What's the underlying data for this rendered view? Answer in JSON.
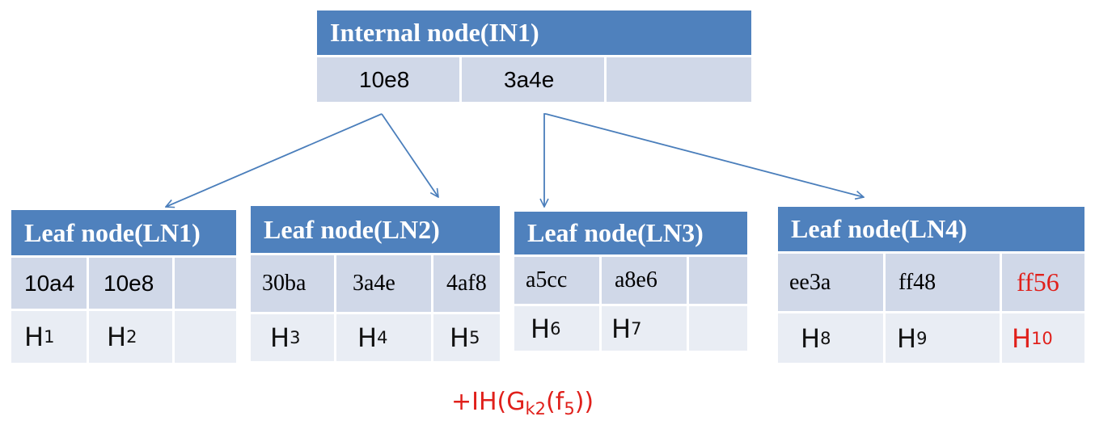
{
  "internal_node": {
    "title": "Internal node(IN1)",
    "keys": [
      "10e8",
      "3a4e",
      ""
    ]
  },
  "leaves": [
    {
      "title": "Leaf node(LN1)",
      "keys": [
        "10a4",
        "10e8",
        ""
      ],
      "hashes": [
        {
          "base": "H",
          "sub": "1"
        },
        {
          "base": "H",
          "sub": "2"
        },
        {
          "base": "",
          "sub": ""
        }
      ]
    },
    {
      "title": "Leaf node(LN2)",
      "keys": [
        "30ba",
        "3a4e",
        "4af8"
      ],
      "hashes": [
        {
          "base": "H",
          "sub": "3"
        },
        {
          "base": "H",
          "sub": "4"
        },
        {
          "base": "H",
          "sub": "5"
        }
      ]
    },
    {
      "title": "Leaf node(LN3)",
      "keys": [
        "a5cc",
        "a8e6",
        ""
      ],
      "hashes": [
        {
          "base": "H",
          "sub": "6"
        },
        {
          "base": "H",
          "sub": "7"
        },
        {
          "base": "",
          "sub": ""
        }
      ]
    },
    {
      "title": "Leaf node(LN4)",
      "keys": [
        "ee3a",
        "ff48",
        "ff56"
      ],
      "hashes": [
        {
          "base": "H",
          "sub": "8"
        },
        {
          "base": "H",
          "sub": "9"
        },
        {
          "base": "H",
          "sub": "10"
        }
      ],
      "highlight_index": 2
    }
  ],
  "formula": {
    "prefix": "+IH(",
    "g": "G",
    "g_sub": "k2",
    "open": "(",
    "f": "f",
    "f_sub": "5",
    "close": "))"
  },
  "colors": {
    "header": "#4f81bd",
    "row1": "#d0d8e8",
    "row2": "#e9edf4",
    "arrow": "#4a7ebb",
    "highlight": "#e0201b"
  }
}
